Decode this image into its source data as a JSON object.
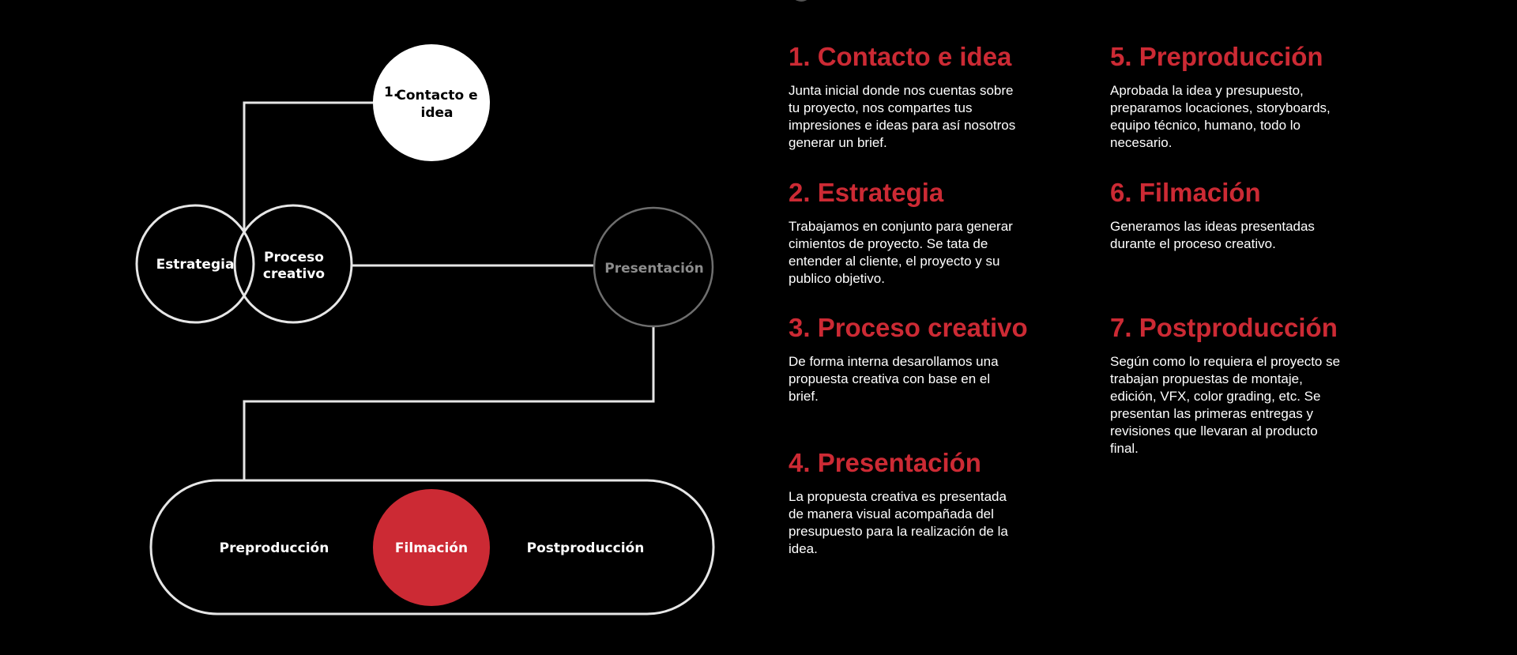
{
  "diagram": {
    "node_contacto_number": "1.",
    "node_contacto_line1": "Contacto e",
    "node_contacto_line2": "idea",
    "node_estrategia": "Estrategia",
    "node_proceso_line1": "Proceso",
    "node_proceso_line2": "creativo",
    "node_presentacion": "Presentación",
    "node_preproduccion": "Preproducción",
    "node_filmacion": "Filmación",
    "node_postproduccion": "Postproducción"
  },
  "steps": [
    {
      "title": "1. Contacto e idea",
      "lines": [
        "Junta inicial donde nos cuentas sobre",
        "tu proyecto, nos compartes tus",
        "impresiones e ideas para así nosotros",
        "generar un brief."
      ]
    },
    {
      "title": "2. Estrategia",
      "lines": [
        "Trabajamos en conjunto para generar",
        "cimientos de proyecto. Se tata de",
        "entender al cliente, el proyecto y su",
        "publico objetivo."
      ]
    },
    {
      "title": "3. Proceso creativo",
      "lines": [
        "De forma interna desarollamos una",
        "propuesta creativa con base en el",
        "brief."
      ]
    },
    {
      "title": "4. Presentación",
      "lines": [
        "La propuesta creativa es presentada",
        "de manera visual acompañada del",
        "presupuesto para la realización de la",
        "idea."
      ]
    },
    {
      "title": "5. Preproducción",
      "lines": [
        "Aprobada la idea y presupuesto,",
        "preparamos locaciones, storyboards,",
        "equipo técnico, humano, todo lo",
        "necesario."
      ]
    },
    {
      "title": "6. Filmación",
      "lines": [
        "Generamos las ideas presentadas",
        "durante el proceso creativo."
      ]
    },
    {
      "title": "7. Postproducción",
      "lines": [
        "Según como lo requiera el proyecto se",
        "trabajan propuestas de montaje,",
        "edición, VFX,  color grading, etc. Se",
        "presentan las primeras entregas y",
        "revisiones que llevaran al producto",
        "final."
      ]
    }
  ],
  "colors": {
    "accent_red": "#cc2a34",
    "background": "#000000",
    "line": "#e6e6e6",
    "muted_circle": "#6e6e6e",
    "muted_text": "#8c8c8c"
  }
}
